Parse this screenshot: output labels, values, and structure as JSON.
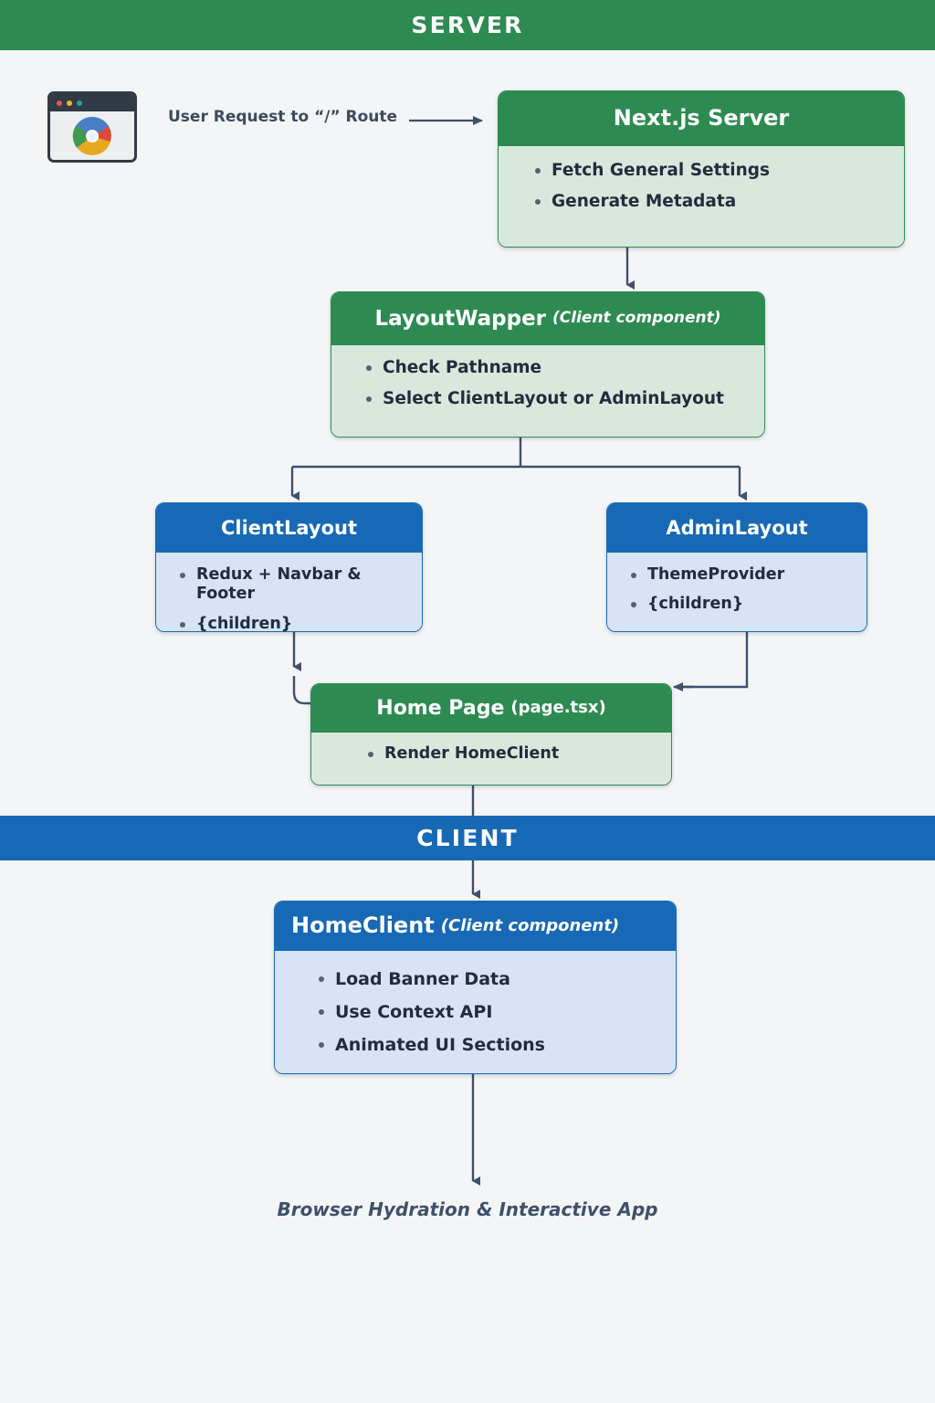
{
  "bands": {
    "server": "SERVER",
    "client": "CLIENT"
  },
  "colors": {
    "green": "#2d8b52",
    "green_body": "#d9e8dc",
    "blue": "#1769b5",
    "blue_body": "#d6e4f6",
    "background": "#f4f5f7",
    "connector": "#3f506a",
    "text": "#1f2d3d"
  },
  "request_label": "User Request to “/” Route",
  "browser_icon": {
    "name": "browser-window-icon",
    "dots": [
      "#e8554d",
      "#f0b429",
      "#19a6a6"
    ],
    "logo_colors": [
      "#4a7ec7",
      "#d94a3d",
      "#e8a820",
      "#3f9a52"
    ]
  },
  "nodes": [
    {
      "id": "nextjs",
      "title": "Next.js Server",
      "subtitle": "",
      "variant": "green",
      "items": [
        "Fetch General Settings",
        "Generate Metadata"
      ]
    },
    {
      "id": "layoutwrapper",
      "title": "LayoutWapper",
      "subtitle": "(Client component)",
      "variant": "green",
      "items": [
        "Check Pathname",
        "Select ClientLayout or AdminLayout"
      ]
    },
    {
      "id": "clientlayout",
      "title": "ClientLayout",
      "subtitle": "",
      "variant": "blue",
      "items": [
        "Redux + Navbar & Footer",
        "{children}"
      ]
    },
    {
      "id": "adminlayout",
      "title": "AdminLayout",
      "subtitle": "",
      "variant": "blue",
      "items": [
        "ThemeProvider",
        "{children}"
      ]
    },
    {
      "id": "homepage",
      "title": "Home Page",
      "subtitle": "(page.tsx)",
      "variant": "green",
      "items": [
        "Render HomeClient"
      ]
    },
    {
      "id": "homeclient",
      "title": "HomeClient",
      "subtitle": "(Client component)",
      "variant": "blue",
      "items": [
        "Load Banner Data",
        "Use Context API",
        "Animated UI Sections"
      ]
    }
  ],
  "caption": "Browser Hydration & Interactive App"
}
